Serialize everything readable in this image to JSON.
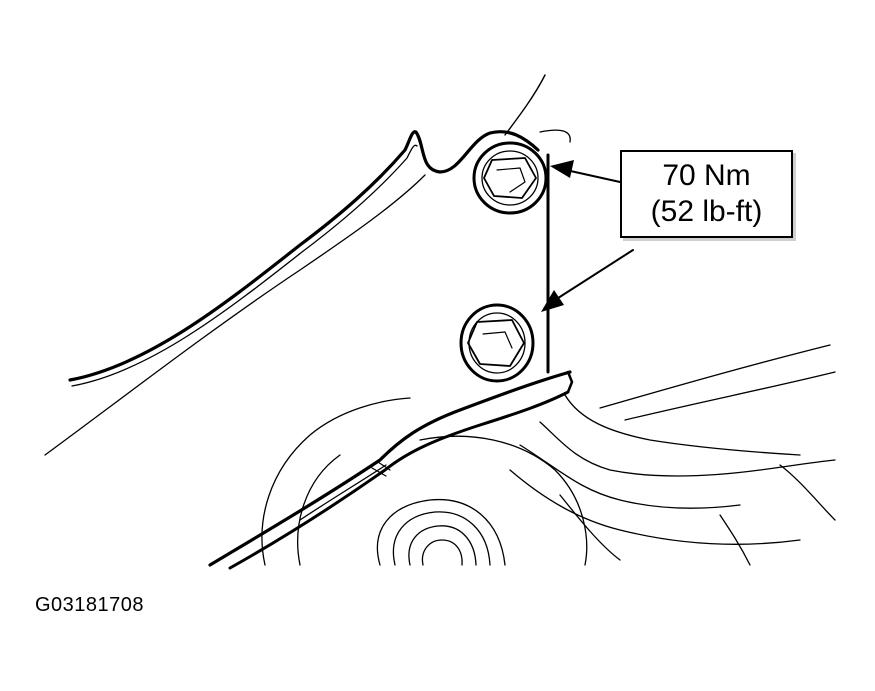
{
  "callout": {
    "torque_metric": "70 Nm",
    "torque_imperial": "(52 lb-ft)"
  },
  "figure": {
    "id": "G03181708"
  },
  "colors": {
    "line": "#000000",
    "background": "#ffffff"
  }
}
